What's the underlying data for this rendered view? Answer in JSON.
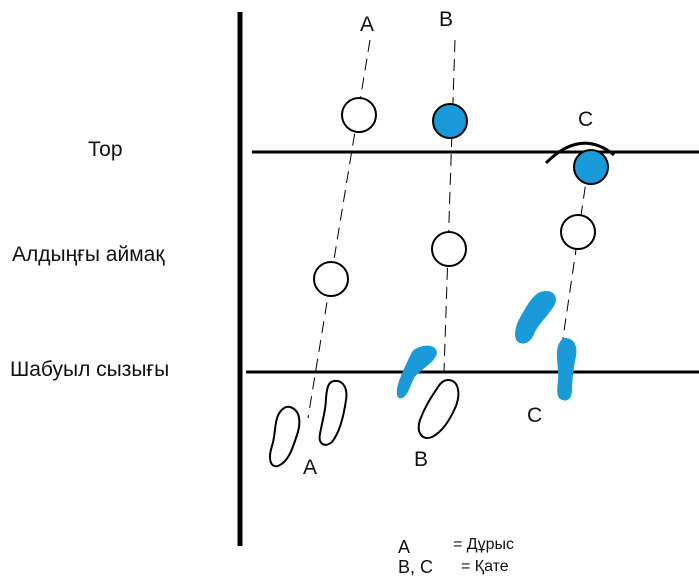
{
  "labels": {
    "net": "Тор",
    "front_zone": "Алдыңғы аймақ",
    "attack_line": "Шабуыл сызығы"
  },
  "markers": {
    "a_top": "A",
    "b_top": "B",
    "c_top": "C",
    "a_bottom": "A",
    "b_bottom": "B",
    "c_bottom": "C"
  },
  "legend": {
    "correct_key": "A",
    "correct_text": "= Дұрыс",
    "wrong_key": "B, C",
    "wrong_text": "= Қате"
  },
  "colors": {
    "highlight": "#1a9ad8",
    "line": "#000000"
  }
}
